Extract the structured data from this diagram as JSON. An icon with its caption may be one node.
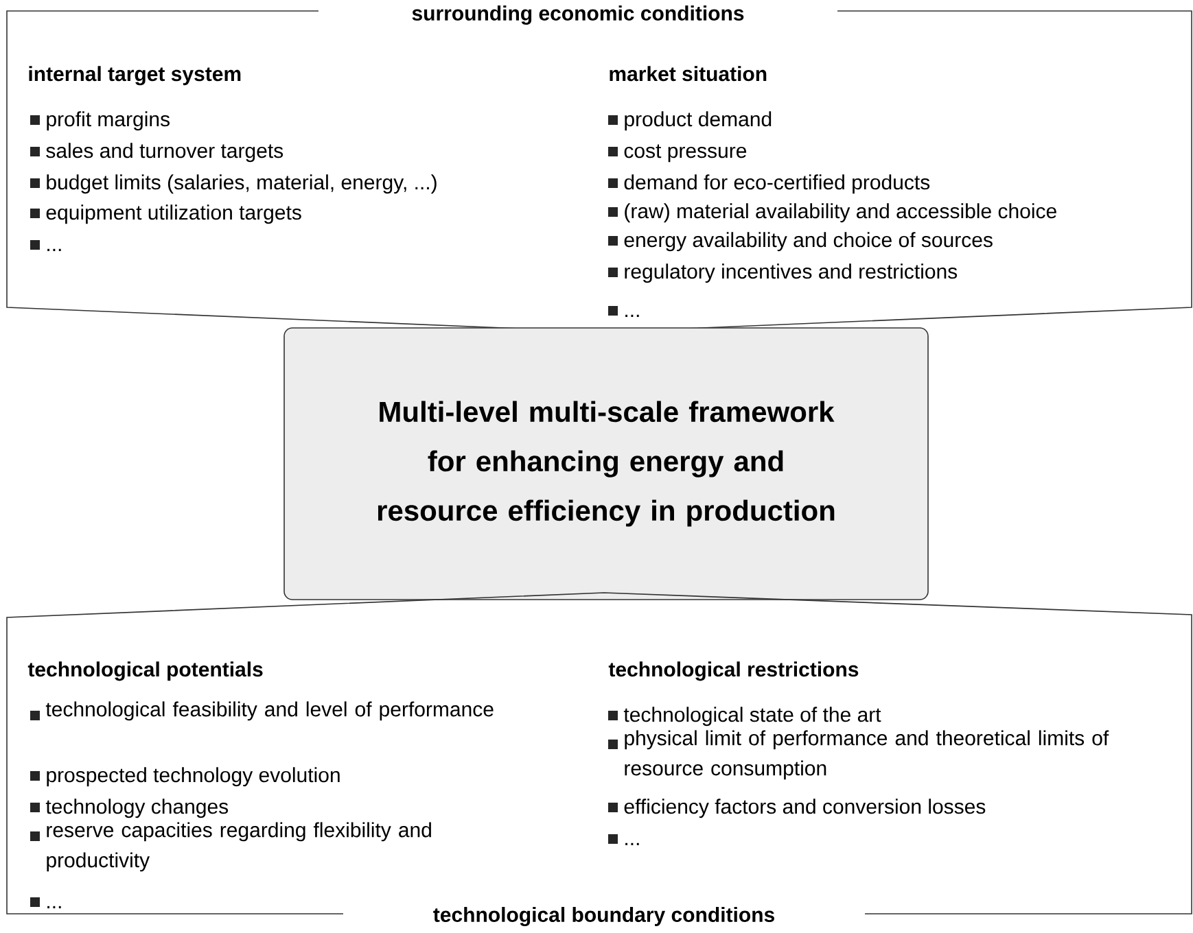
{
  "diagram": {
    "nodes": [
      {
        "text": [
          "surrounding economic conditions",
          "internal target system",
          "profit margins",
          "sales and turnover targets",
          "budget limits (salaries, material, energy, ...)",
          "equipment utilization targets",
          "...",
          "market situation",
          "product demand",
          "cost pressure",
          "demand for eco-certified products",
          "(raw) material availability and accessible choice",
          "energy availability and choice of sources",
          "regulatory incentives and restrictions",
          "..."
        ]
      },
      {
        "text": [
          "Multi-level multi-scale framework for enhancing energy and resource efficiency in production"
        ]
      },
      {
        "text": [
          "technological boundary conditions",
          "technological potentials",
          "technological feasibility and level of performance",
          "prospected technology evolution",
          "technology changes",
          "reserve capacities regarding flexibility and productivity",
          "...",
          "technological restrictions",
          "technological state of the art",
          "physical limit of performance and theoretical limits of resource consumption",
          "efficiency factors and conversion losses",
          "..."
        ]
      }
    ]
  }
}
